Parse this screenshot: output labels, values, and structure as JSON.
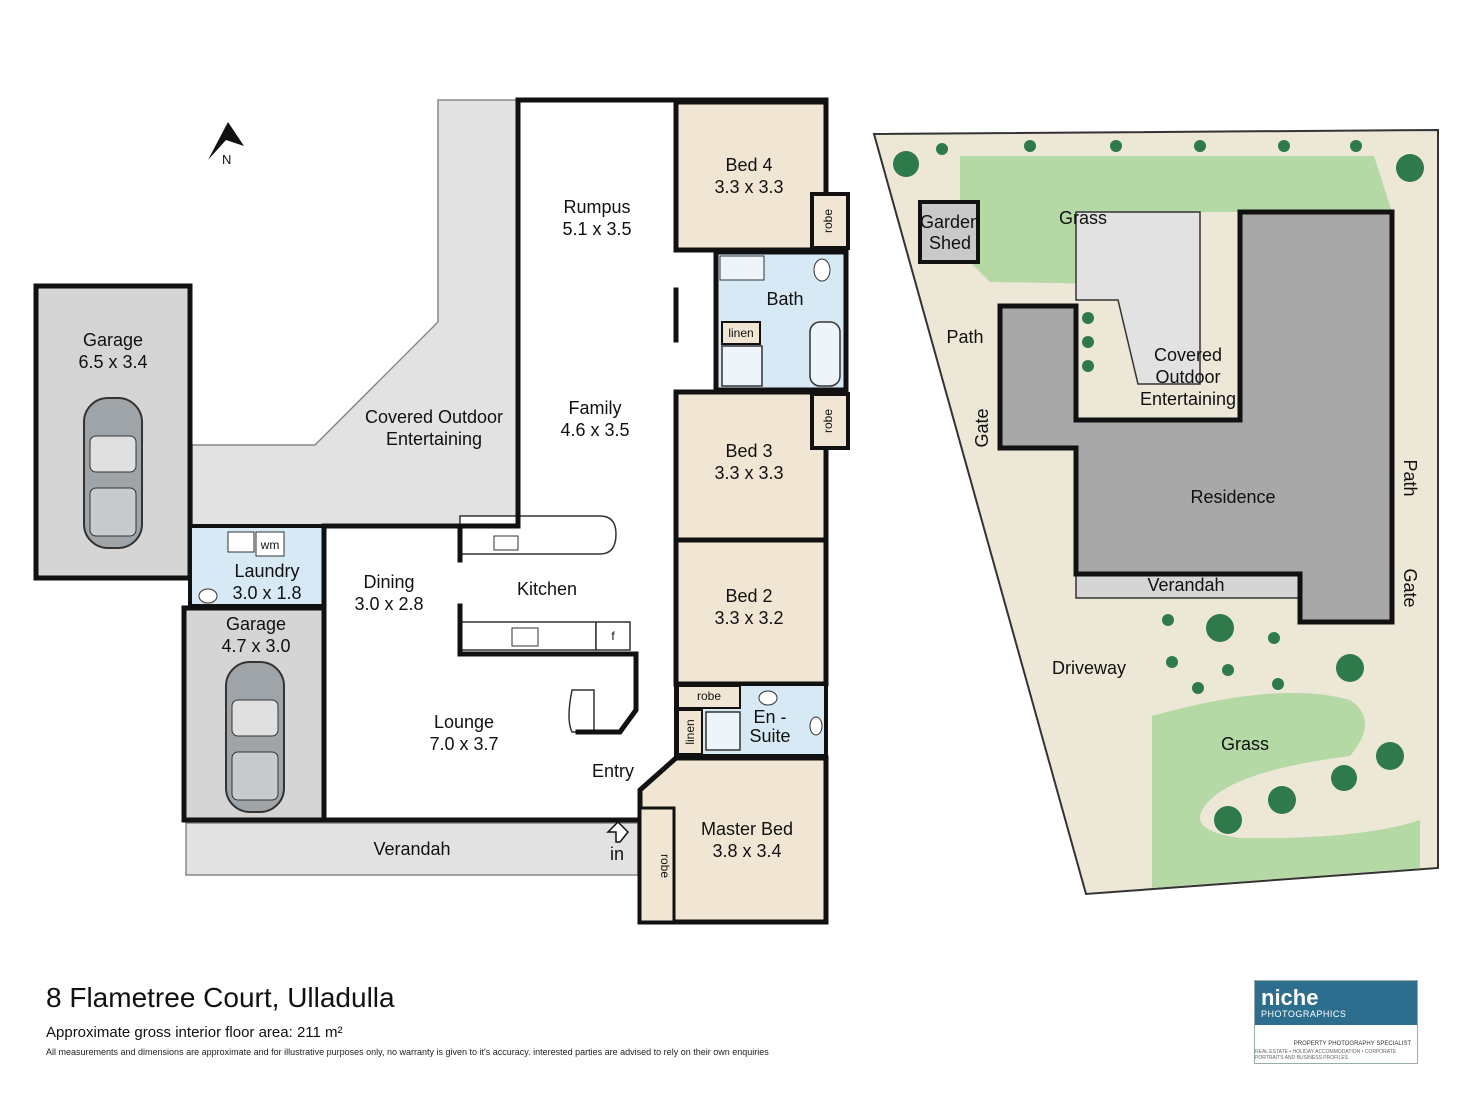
{
  "compass": {
    "label": "N"
  },
  "floorplan": {
    "rooms": {
      "garage1": {
        "name": "Garage",
        "size": "6.5 x 3.4"
      },
      "covered_outdoor": {
        "line1": "Covered Outdoor",
        "line2": "Entertaining"
      },
      "rumpus": {
        "name": "Rumpus",
        "size": "5.1 x 3.5"
      },
      "family": {
        "name": "Family",
        "size": "4.6 x 3.5"
      },
      "bed4": {
        "name": "Bed 4",
        "size": "3.3 x 3.3"
      },
      "bath": {
        "name": "Bath"
      },
      "bed3": {
        "name": "Bed 3",
        "size": "3.3 x 3.3"
      },
      "bed2": {
        "name": "Bed 2",
        "size": "3.3 x 3.2"
      },
      "laundry": {
        "name": "Laundry",
        "size": "3.0 x 1.8"
      },
      "dining": {
        "name": "Dining",
        "size": "3.0 x 2.8"
      },
      "kitchen": {
        "name": "Kitchen"
      },
      "garage2": {
        "name": "Garage",
        "size": "4.7 x 3.0"
      },
      "lounge": {
        "name": "Lounge",
        "size": "7.0 x 3.7"
      },
      "ensuite": {
        "line1": "En -",
        "line2": "Suite"
      },
      "entry": {
        "name": "Entry"
      },
      "master": {
        "name": "Master Bed",
        "size": "3.8 x 3.4"
      },
      "verandah": {
        "name": "Verandah"
      }
    },
    "fixtures": {
      "robe": "robe",
      "linen": "linen",
      "wm": "wm",
      "fridge": "f",
      "in": "in"
    }
  },
  "siteplan": {
    "garden_shed": {
      "line1": "Garden",
      "line2": "Shed"
    },
    "grass_top": "Grass",
    "path_left": "Path",
    "gate_left": "Gate",
    "covered": {
      "line1": "Covered",
      "line2": "Outdoor",
      "line3": "Entertaining"
    },
    "residence": "Residence",
    "path_right": "Path",
    "gate_right": "Gate",
    "verandah": "Verandah",
    "driveway": "Driveway",
    "grass_bottom": "Grass"
  },
  "footer": {
    "title": "8 Flametree Court, Ulladulla",
    "floor_area": "Approximate gross interior floor area: 211 m²",
    "disclaimer": "All measurements and dimensions are approximate and for illustrative purposes only, no warranty is given to it's accuracy. interested parties are advised to rely on their own enquiries"
  },
  "logo": {
    "brand": "niche",
    "sub": "PHOTOGRAPHICS",
    "tagline": "PROPERTY PHOTOGRAPHY SPECIALIST",
    "tagline2": "REAL ESTATE • HOLIDAY ACCOMMODATION • CORPORATE PORTRAITS AND BUSINESS PROFILES"
  },
  "colors": {
    "wall": "#111111",
    "outdoor": "#e2e2e2",
    "bedroom": "#f1e6d3",
    "wet": "#d6e9f5",
    "garage": "#d5d5d5",
    "grass": "#b4d9a4",
    "residence": "#a8a8a8",
    "driveway": "#ece7d7",
    "tree": "#2f7a4a"
  }
}
